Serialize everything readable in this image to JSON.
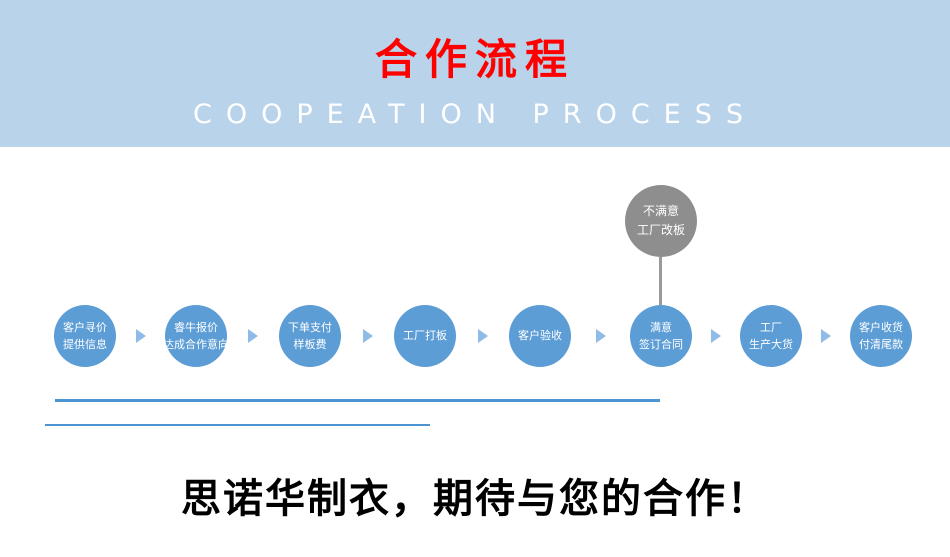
{
  "banner": {
    "title": "合作流程",
    "subtitle": "COOPEATION PROCESS"
  },
  "flow": {
    "reject_node": {
      "lines": [
        "不满意",
        "工厂改板"
      ]
    },
    "steps": [
      {
        "lines": [
          "客户寻价",
          "提供信息"
        ]
      },
      {
        "lines": [
          "睿牛报价",
          "达成合作意向"
        ]
      },
      {
        "lines": [
          "下单支付",
          "样板费"
        ]
      },
      {
        "lines": [
          "工厂打板"
        ]
      },
      {
        "lines": [
          "客户验收"
        ]
      },
      {
        "lines": [
          "满意",
          "签订合同"
        ]
      },
      {
        "lines": [
          "工厂",
          "生产大货"
        ]
      },
      {
        "lines": [
          "客户收货",
          "付清尾款"
        ]
      }
    ]
  },
  "footer": {
    "slogan": "思诺华制衣，期待与您的合作！"
  },
  "colors": {
    "banner_bg": "#b9d3ea",
    "title_red": "#fe0000",
    "subtitle_white": "#ffffff",
    "circle_blue": "#5c9dd6",
    "circle_gray": "#8e8e8e",
    "line_blue": "#4b96d2"
  }
}
